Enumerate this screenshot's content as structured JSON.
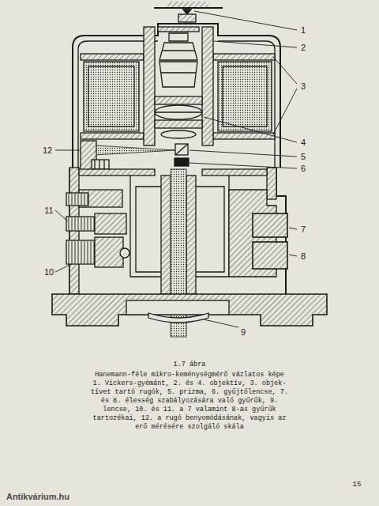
{
  "diagram": {
    "title": "1.7 ábra",
    "caption": "Hanemann-féle mikro-keménységmérő vázlatos képe 1. Vickers-gyémánt, 2. és 4. objektív, 3. objek- tívet tartó rugók, 5. prizma, 6. gyűjtőlencse, 7. és 8. élesség szabályozására való gyűrűk, 9. lencse, 10. és 11. a 7 valamint 8-as gyűrűk tartozékai, 12. a rugó benyomódásának, vagyis az erő mérésére szolgáló skála",
    "labels": [
      "1",
      "2",
      "3",
      "4",
      "5",
      "6",
      "7",
      "8",
      "9",
      "10",
      "11",
      "12",
      "15",
      "Antikvárium.hu"
    ]
  }
}
